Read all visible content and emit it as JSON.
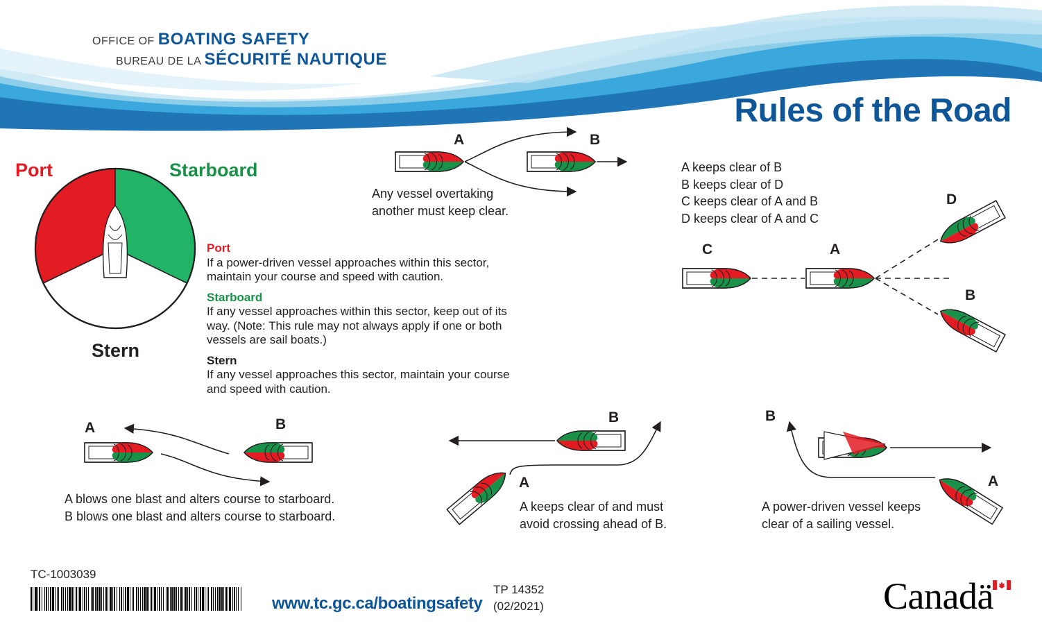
{
  "header": {
    "office_prefix_en": "OFFICE OF",
    "office_name_en": "BOATING SAFETY",
    "office_prefix_fr": "BUREAU DE LA",
    "office_name_fr": "SÉCURITÉ NAUTIQUE",
    "title": "Rules of the Road"
  },
  "colors": {
    "brand_blue": "#0e5697",
    "port_red": "#e31b23",
    "starboard_green": "#1a9148"
  },
  "sectors": {
    "port_label": "Port",
    "starboard_label": "Starboard",
    "stern_label": "Stern"
  },
  "rules": [
    {
      "heading": "Port",
      "text": "If a power-driven vessel approaches within this sector, maintain your course and speed with caution."
    },
    {
      "heading": "Starboard",
      "text": "If any vessel approaches within this sector, keep out of its way. (Note: This rule may not always apply if one or both vessels are sail boats.)"
    },
    {
      "heading": "Stern",
      "text": "If any vessel approaches this sector, maintain your course and speed with caution."
    }
  ],
  "scenarios": {
    "overtaking": {
      "letter_a": "A",
      "letter_b": "B",
      "line1": "Any vessel overtaking",
      "line2": "another must keep clear."
    },
    "four_vessels": {
      "letter_a": "A",
      "letter_b": "B",
      "letter_c": "C",
      "letter_d": "D",
      "lines": [
        "A keeps clear of B",
        "B keeps clear of D",
        "C keeps clear of A and B",
        "D keeps clear of A and C"
      ]
    },
    "head_on": {
      "letter_a": "A",
      "letter_b": "B",
      "line1": "A blows one blast and alters course to starboard.",
      "line2": "B blows one blast and alters course to starboard."
    },
    "crossing": {
      "letter_a": "A",
      "letter_b": "B",
      "line1": "A keeps clear of and must",
      "line2": "avoid crossing ahead of B."
    },
    "sailing": {
      "letter_a": "A",
      "letter_b": "B",
      "line1": "A power-driven vessel keeps",
      "line2": "clear of a sailing vessel."
    }
  },
  "footer": {
    "tc_number": "TC-1003039",
    "url": "www.tc.gc.ca/boatingsafety",
    "tp_number": "TP 14352",
    "date": "(02/2021)",
    "wordmark": "Canadä"
  },
  "icons": [
    "canada-flag-icon",
    "barcode",
    "boat-icon",
    "arrow-icon"
  ]
}
